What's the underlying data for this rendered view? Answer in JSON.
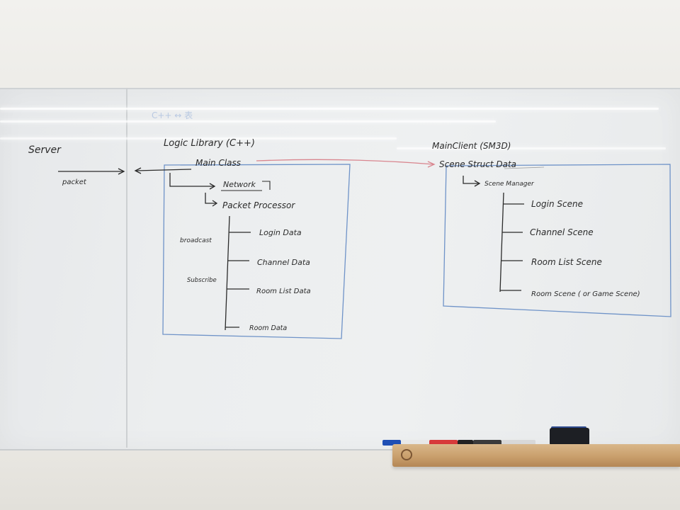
{
  "whiteboard": {
    "headings": {
      "server": "Server",
      "logic_library": "Logic Library (C++)",
      "main_client": "MainClient (SM3D)",
      "faint_note": "C++ ↔ 表"
    },
    "server_section": {
      "packet": "packet"
    },
    "logic_section": {
      "main_class": "Main Class",
      "network": "Network",
      "packet_processor": "Packet Processor",
      "broadcast": "broadcast",
      "subscribe": "Subscribe",
      "data_items": [
        "Login Data",
        "Channel Data",
        "Room List Data",
        "Room Data"
      ]
    },
    "client_section": {
      "scene_struct_data": "Scene Struct Data",
      "scene_manager": "Scene Manager",
      "scenes": [
        "Login Scene",
        "Channel Scene",
        "Room List Scene",
        "Room Scene ( or Game Scene)"
      ]
    }
  },
  "colors": {
    "ink": "#2b2b2b",
    "box_blue": "#6f93c8",
    "link_red": "#d9868f",
    "faint_blue": "#b9c9e2",
    "tray_wood": "#c99f6c"
  }
}
